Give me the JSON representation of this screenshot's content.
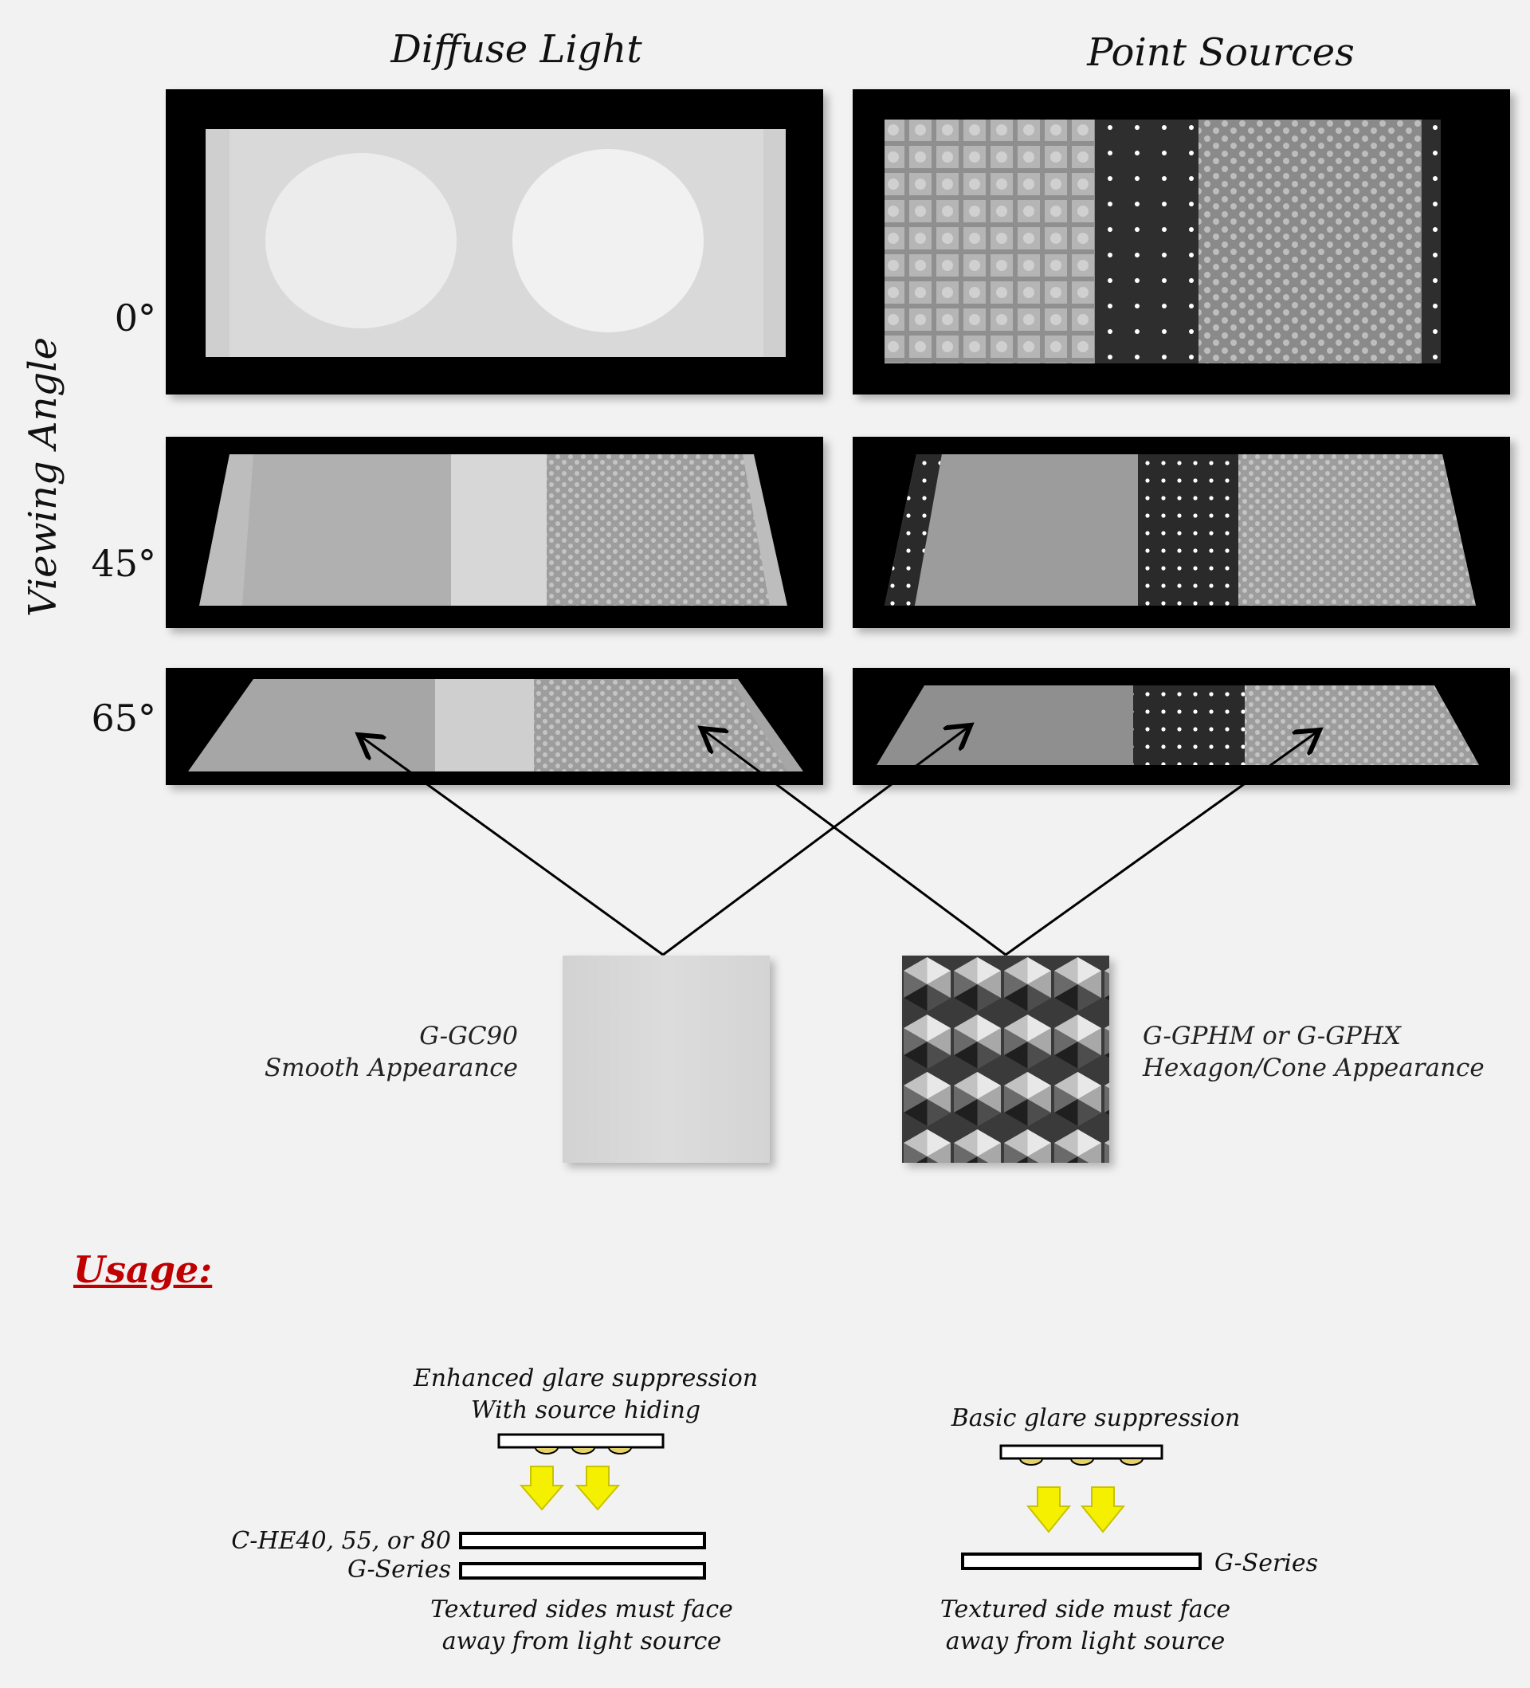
{
  "columns": {
    "diffuse": "Diffuse Light",
    "point": "Point Sources"
  },
  "axis_label": "Viewing Angle",
  "angles": [
    "0°",
    "45°",
    "65°"
  ],
  "materials": {
    "smooth": {
      "code": "G-GC90",
      "desc": "Smooth Appearance"
    },
    "hex": {
      "code": "G-GPHM or G-GPHX",
      "desc": "Hexagon/Cone Appearance"
    }
  },
  "usage": {
    "heading": "Usage:",
    "enhanced": {
      "title_1": "Enhanced glare suppression",
      "title_2": "With source hiding",
      "layer_1": "C-HE40, 55, or 80",
      "layer_2": "G-Series",
      "note_1": "Textured sides must face",
      "note_2": "away from light source"
    },
    "basic": {
      "title_1": "Basic glare suppression",
      "layer_1": "G-Series",
      "note_1": "Textured side must face",
      "note_2": "away from light source"
    }
  },
  "colors": {
    "usage_red": "#c00000",
    "arrow_yellow": "#f4f000",
    "frame": "#000000"
  }
}
